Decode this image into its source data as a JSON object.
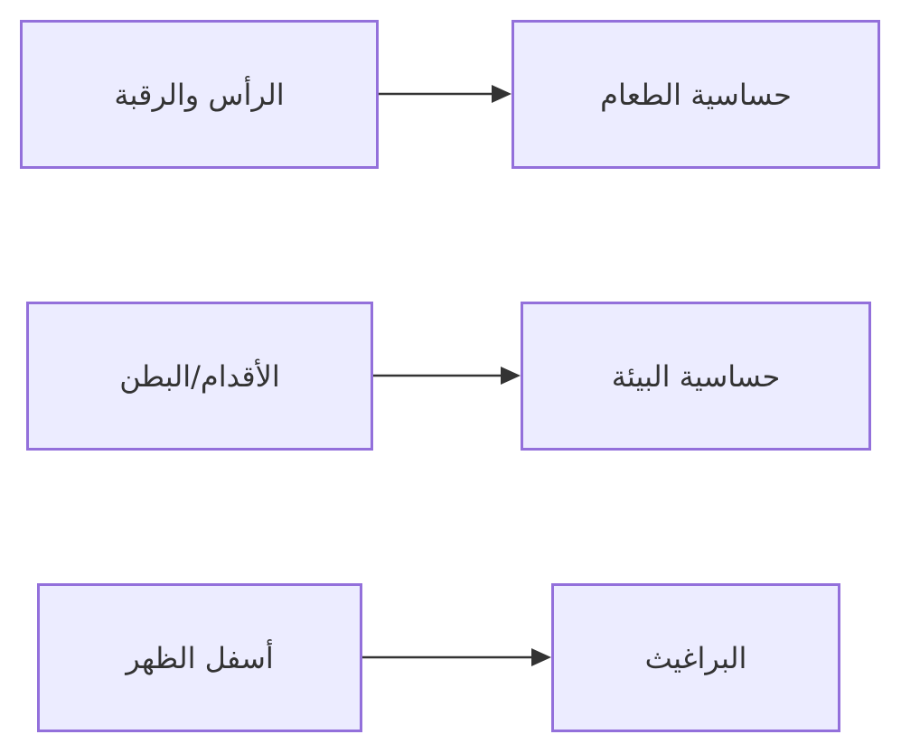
{
  "diagram": {
    "type": "flowchart",
    "edges": [
      {
        "from": "الرأس والرقبة",
        "to": "حساسية الطعام"
      },
      {
        "from": "الأقدام/البطن",
        "to": "حساسية البيئة"
      },
      {
        "from": "أسفل الظهر",
        "to": "البراغيث"
      }
    ],
    "colors": {
      "node_fill": "#ececff",
      "node_border": "#9370db",
      "edge": "#333333",
      "text": "#333333"
    }
  }
}
